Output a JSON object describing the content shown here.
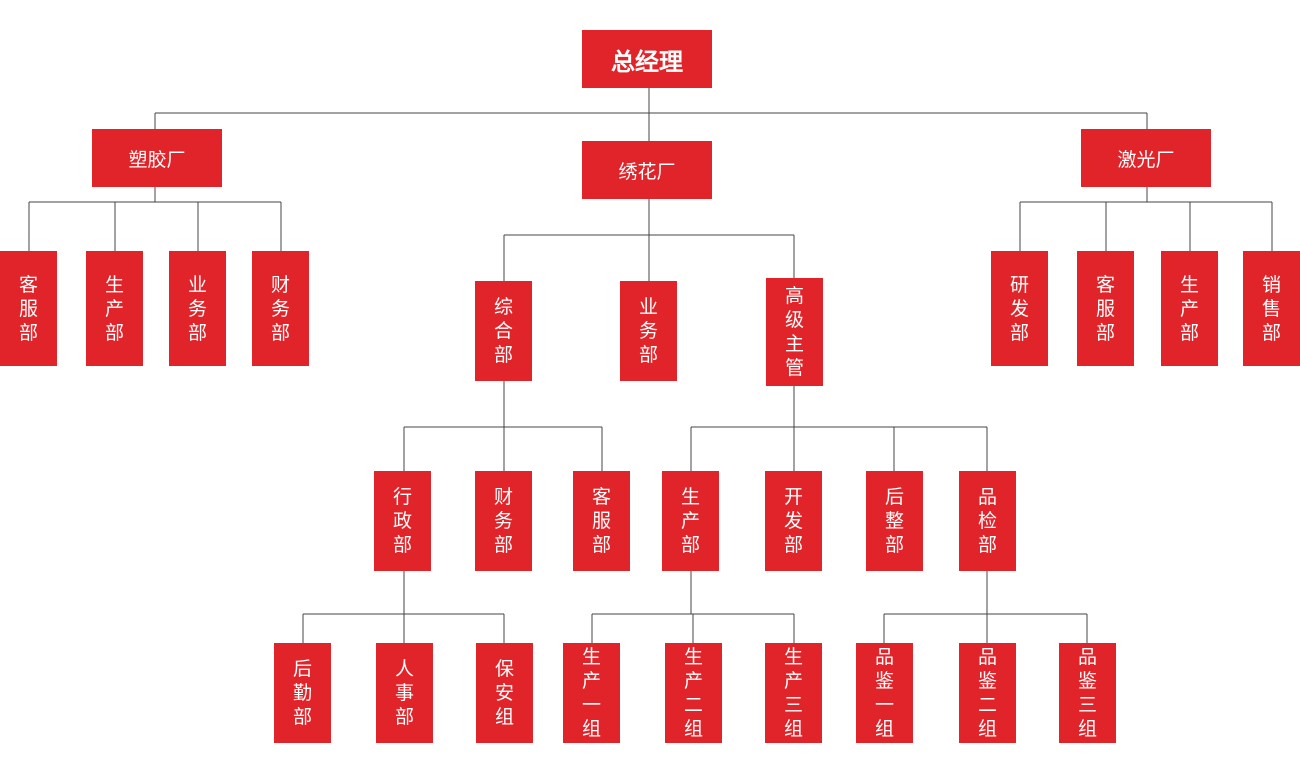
{
  "colors": {
    "box": "#e1242a",
    "text": "#ffffff",
    "line": "#444444"
  },
  "nodes": {
    "gm": "总经理",
    "plastic": "塑胶厂",
    "embroidery": "绣花厂",
    "laser": "激光厂",
    "p_service": "客服部",
    "p_production": "生产部",
    "p_business": "业务部",
    "p_finance": "财务部",
    "e_general": "综合部",
    "e_business": "业务部",
    "e_senior": "高级主管",
    "g_admin": "行政部",
    "g_finance": "财务部",
    "g_service": "客服部",
    "s_production": "生产部",
    "s_dev": "开发部",
    "s_finishing": "后整部",
    "s_qc": "品检部",
    "a_logistics": "后勤部",
    "a_hr": "人事部",
    "a_security": "保安组",
    "pr_g1": "生产一组",
    "pr_g2": "生产二组",
    "pr_g3": "生产三组",
    "qc_g1": "品鉴一组",
    "qc_g2": "品鉴二组",
    "qc_g3": "品鉴三组",
    "l_rd": "研发部",
    "l_service": "客服部",
    "l_production": "生产部",
    "l_sales": "销售部"
  }
}
